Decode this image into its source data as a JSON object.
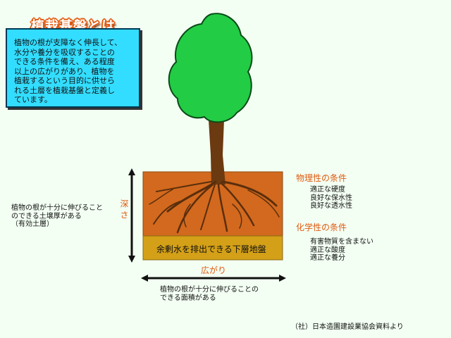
{
  "title": "植栽基盤とは",
  "definition": [
    "植物の根が支障なく伸長して、",
    "水分や養分を吸収することの",
    "できる条件を備え、ある程度",
    "以上の広がりがあり、植物を",
    "植栽するという目的に供せら",
    "れる土層を植栽基盤と定義し",
    "ています。"
  ],
  "depth": {
    "label": "深さ",
    "description": [
      "植物の根が十分に伸びること",
      "のできる土壌厚がある",
      "（有効土層）"
    ]
  },
  "width": {
    "label": "広がり",
    "description": [
      "植物の根が十分に伸びることの",
      "できる面積がある"
    ]
  },
  "base_layer_label": "余剰水を排出できる下層地盤",
  "physical": {
    "heading": "物理性の条件",
    "items": [
      "適正な硬度",
      "良好な保水性",
      "良好な透水性"
    ]
  },
  "chemical": {
    "heading": "化学性の条件",
    "items": [
      "有害物質を含まない",
      "適正な酸度",
      "適正な養分"
    ]
  },
  "source": "（社）日本造園建設業協会資料より",
  "colors": {
    "background": "#f3fff3",
    "canopy": "#22cc44",
    "trunk": "#6b3a10",
    "soil": "#d2691e",
    "base_layer": "#d4a017",
    "definition_box": "#33ddff",
    "accent": "#e05a10"
  }
}
